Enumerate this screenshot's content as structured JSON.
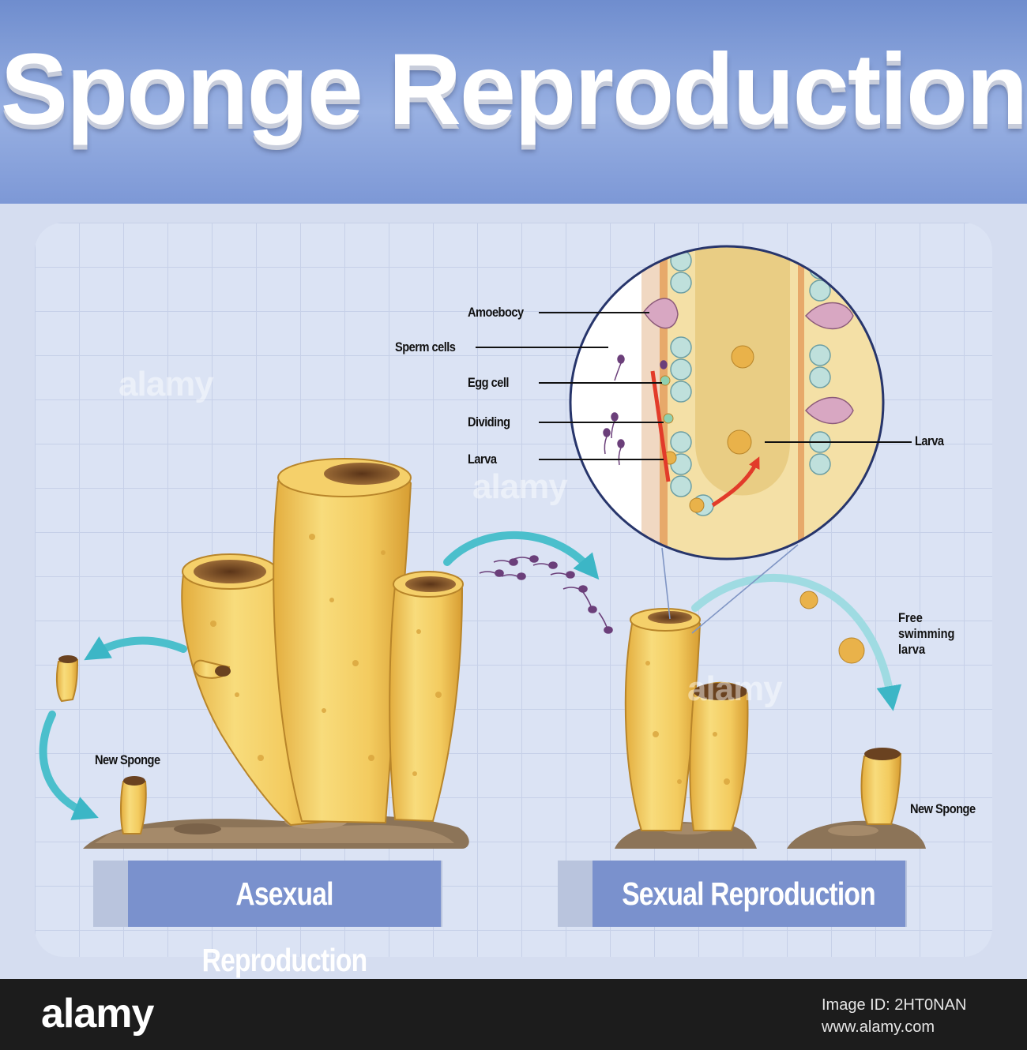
{
  "title": "Sponge Reproduction",
  "labels": {
    "amoebocy": "Amoebocy",
    "sperm_cells": "Sperm cells",
    "egg_cell": "Egg cell",
    "dividing": "Dividing",
    "larva_left": "Larva",
    "larva_right": "Larva",
    "free_swimming_larva": [
      "Free",
      "swimming",
      "larva"
    ],
    "new_sponge_left": "New Sponge",
    "new_sponge_right": "New Sponge"
  },
  "sections": {
    "asexual": "Asexual Reproduction",
    "sexual": "Sexual Reproduction"
  },
  "watermark": "alamy",
  "footer": {
    "logo": "alamy",
    "image_id": "Image ID: 2HT0NAN",
    "url": "www.alamy.com"
  },
  "colors": {
    "title_band": "#7d98d6",
    "button": "#7a91cd",
    "sponge_body": "#f2c85a",
    "arrow_teal": "#4bbfcc",
    "arrow_red": "#e23b2a"
  }
}
